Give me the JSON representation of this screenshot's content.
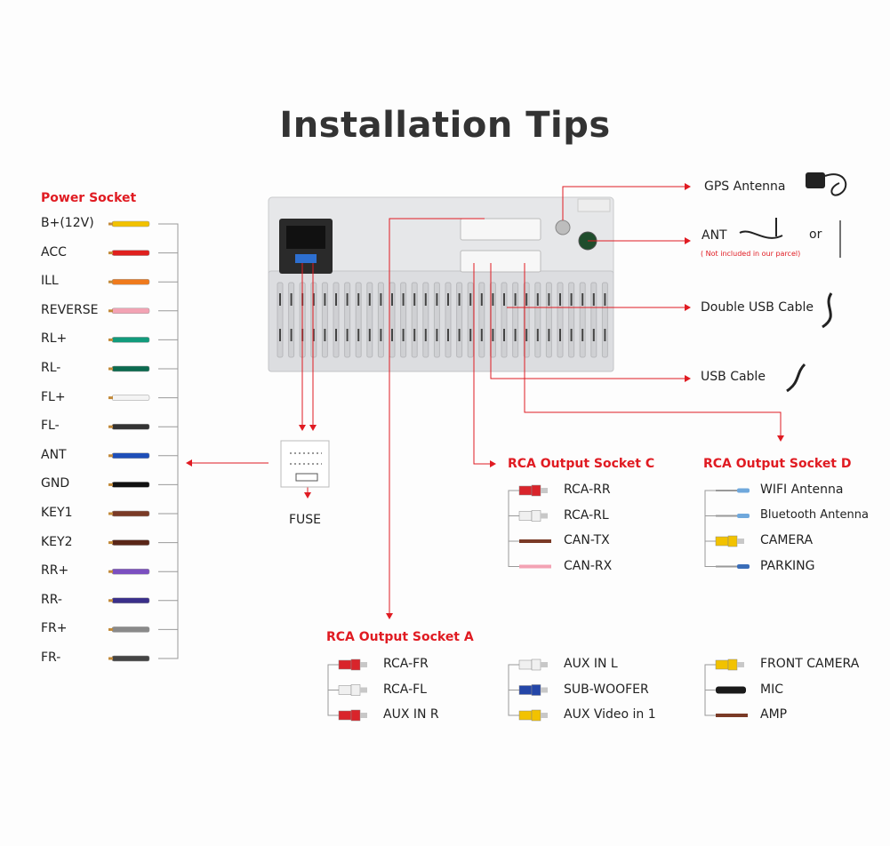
{
  "title": "Installation Tips",
  "power_socket": {
    "title": "Power Socket",
    "wires": [
      {
        "label": "B+(12V)",
        "color": "#f2c200"
      },
      {
        "label": "ACC",
        "color": "#e0201e"
      },
      {
        "label": "ILL",
        "color": "#f07a1c"
      },
      {
        "label": "REVERSE",
        "color": "#f3a3b4"
      },
      {
        "label": "RL+",
        "color": "#129b7c"
      },
      {
        "label": "RL-",
        "color": "#0b6a4f"
      },
      {
        "label": "FL+",
        "color": "#f4f4f4"
      },
      {
        "label": "FL-",
        "color": "#333333"
      },
      {
        "label": "ANT",
        "color": "#1e4fb8"
      },
      {
        "label": "GND",
        "color": "#111111"
      },
      {
        "label": "KEY1",
        "color": "#7a3a26"
      },
      {
        "label": "KEY2",
        "color": "#5a2618"
      },
      {
        "label": "RR+",
        "color": "#7b4fc0"
      },
      {
        "label": "RR-",
        "color": "#3a2f8a"
      },
      {
        "label": "FR+",
        "color": "#8a8a8a"
      },
      {
        "label": "FR-",
        "color": "#444444"
      }
    ]
  },
  "fuse": {
    "label": "FUSE"
  },
  "right_items": {
    "gps": "GPS Antenna",
    "ant": "ANT",
    "ant_note": "( Not included in our parcel)",
    "or": "or",
    "double_usb": "Double USB Cable",
    "usb": "USB Cable"
  },
  "socket_c": {
    "title": "RCA Output Socket C",
    "items": [
      {
        "label": "RCA-RR",
        "type": "rca",
        "color": "#d9242b"
      },
      {
        "label": "RCA-RL",
        "type": "rca",
        "color": "#f0f0f0"
      },
      {
        "label": "CAN-TX",
        "type": "wire",
        "color": "#7a3a26"
      },
      {
        "label": "CAN-RX",
        "type": "wire",
        "color": "#f3a3b4"
      }
    ]
  },
  "socket_d": {
    "title": "RCA Output Socket D",
    "items": [
      {
        "label": "WIFI Antenna",
        "type": "ant",
        "color": "#6fa8dc"
      },
      {
        "label": "Bluetooth Antenna",
        "type": "ant",
        "color": "#6fa8dc",
        "small": true
      },
      {
        "label": "CAMERA",
        "type": "rca",
        "color": "#f2c200"
      },
      {
        "label": "PARKING",
        "type": "ant",
        "color": "#3a6db8"
      }
    ]
  },
  "socket_a": {
    "title": "RCA Output Socket A",
    "col1": [
      {
        "label": "RCA-FR",
        "type": "rca",
        "color": "#d9242b"
      },
      {
        "label": "RCA-FL",
        "type": "rca",
        "color": "#f0f0f0"
      },
      {
        "label": "AUX IN R",
        "type": "rca",
        "color": "#d9242b"
      }
    ],
    "col2": [
      {
        "label": "AUX IN L",
        "type": "rca",
        "color": "#f0f0f0"
      },
      {
        "label": "SUB-WOOFER",
        "type": "rca",
        "color": "#2446a8"
      },
      {
        "label": "AUX Video in 1",
        "type": "rca",
        "color": "#f2c200"
      }
    ],
    "col3": [
      {
        "label": "FRONT CAMERA",
        "type": "rca",
        "color": "#f2c200"
      },
      {
        "label": "MIC",
        "type": "mic",
        "color": "#1a1a1a"
      },
      {
        "label": "AMP",
        "type": "wire",
        "color": "#7a3a26"
      }
    ]
  },
  "colors": {
    "accent": "#e01b22",
    "line": "#888888",
    "unit": "#e6e7e9"
  }
}
